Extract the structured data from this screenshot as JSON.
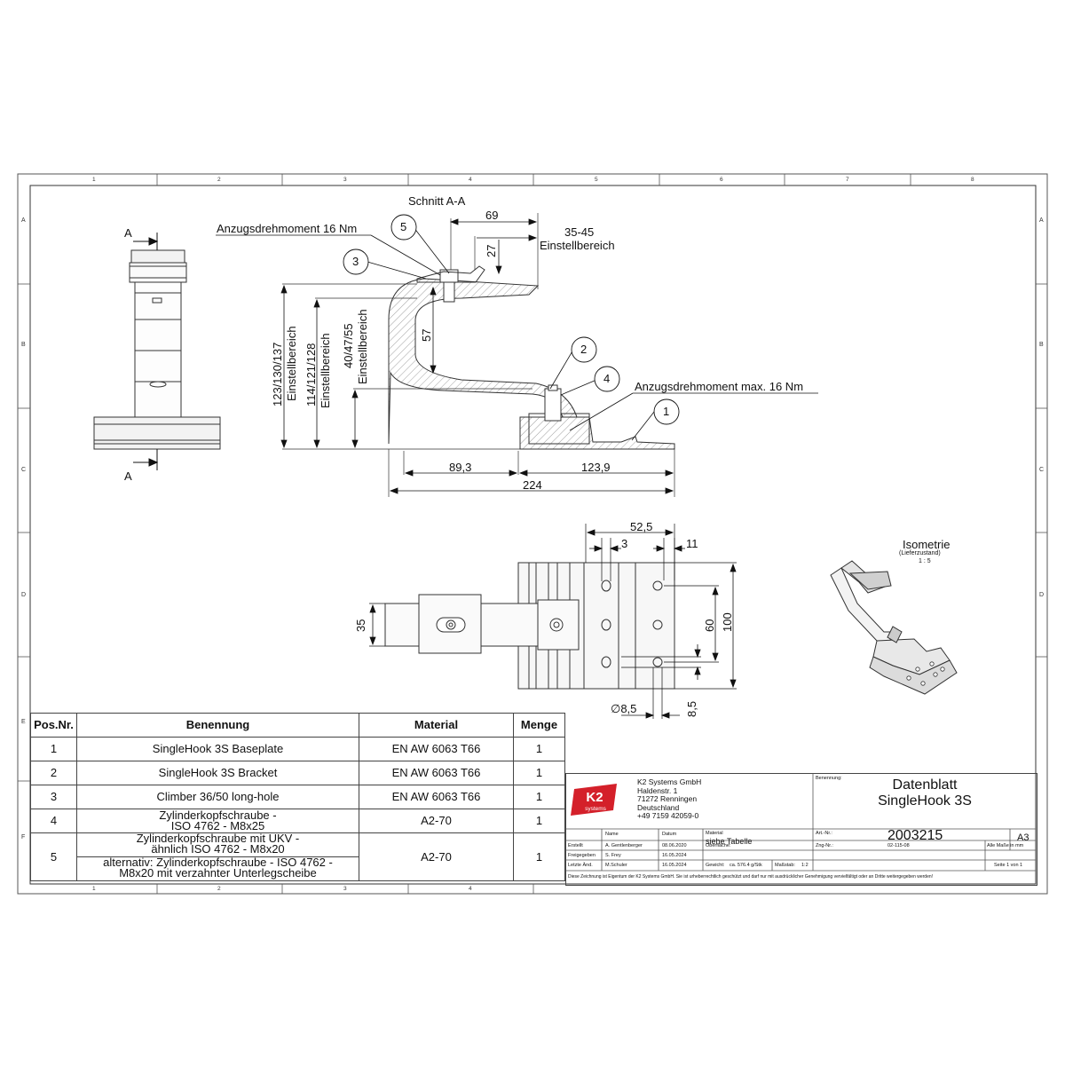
{
  "grid": {
    "columns_top": [
      "1",
      "2",
      "3",
      "4",
      "5",
      "6",
      "7",
      "8"
    ],
    "columns_bottom": [
      "1",
      "2",
      "3",
      "4"
    ],
    "rows": [
      "A",
      "B",
      "C",
      "D",
      "E",
      "F"
    ]
  },
  "section_view": {
    "title": "Schnitt A-A",
    "section_marker": "A",
    "torque_top": "Anzugsdrehmoment 16 Nm",
    "torque_bottom": "Anzugsdrehmoment max. 16 Nm",
    "dims": {
      "d69": "69",
      "d35_45": "35-45",
      "einstellbereich_top": "Einstellbereich",
      "d27": "27",
      "d57": "57",
      "d123": "123/130/137",
      "d123_sub": "Einstellbereich",
      "d114": "114/121/128",
      "d114_sub": "Einstellbereich",
      "d40": "40/47/55",
      "d40_sub": "Einstellbereich",
      "d89": "89,3",
      "d123_9": "123,9",
      "d224": "224"
    },
    "balloons": [
      "1",
      "2",
      "3",
      "4",
      "5"
    ]
  },
  "top_view": {
    "dims": {
      "d52_5": "52,5",
      "d3": "3",
      "d11": "11",
      "d35": "35",
      "d60": "60",
      "d100": "100",
      "d8_5_dia": "∅8,5",
      "d8_5": "8,5"
    }
  },
  "iso": {
    "title": "Isometrie",
    "subtitle": "(Lieferzustand)",
    "scale": "1 : 5"
  },
  "parts": {
    "headers": [
      "Pos.Nr.",
      "Benennung",
      "Material",
      "Menge"
    ],
    "rows": [
      {
        "pos": "1",
        "name": [
          "SingleHook 3S Baseplate"
        ],
        "material": "EN AW 6063 T66",
        "qty": "1"
      },
      {
        "pos": "2",
        "name": [
          "SingleHook 3S Bracket"
        ],
        "material": "EN AW 6063 T66",
        "qty": "1"
      },
      {
        "pos": "3",
        "name": [
          "Climber 36/50 long-hole"
        ],
        "material": "EN AW 6063 T66",
        "qty": "1"
      },
      {
        "pos": "4",
        "name": [
          "Zylinderkopfschraube -",
          "ISO 4762 - M8x25"
        ],
        "material": "A2-70",
        "qty": "1"
      },
      {
        "pos": "5",
        "name_a": [
          "Zylinderkopfschraube mit UKV -",
          "ähnlich ISO 4762 - M8x20"
        ],
        "name_b": [
          "alternativ: Zylinderkopfschraube - ISO 4762 -",
          "M8x20 mit verzahnter Unterlegscheibe"
        ],
        "material": "A2-70",
        "qty": "1"
      }
    ]
  },
  "title_block": {
    "logo_text": "K2",
    "logo_sub": "systems",
    "company": [
      "K2 Systems GmbH",
      "Haldenstr. 1",
      "71272 Renningen",
      "Deutschland",
      "+49 7159 42059-0"
    ],
    "benennung_label": "Benennung:",
    "title_line1": "Datenblatt",
    "title_line2": "SingleHook 3S",
    "col_name": "Name",
    "col_datum": "Datum",
    "material_label": "Material",
    "material_value": "siehe Tabelle",
    "artnr_label": "Art.-Nr.:",
    "artnr_value": "2003215",
    "format": "A3",
    "erstellt_label": "Erstellt",
    "erstellt_name": "A. Gentlenberger",
    "erstellt_date": "08.06.2020",
    "oberflaeche_label": "Oberfläche:",
    "zngnr_label": "Zng-Nr.:",
    "zngnr_value": "02-115-08",
    "masse_note": "Alle Maße in mm",
    "freigegeben_label": "Freigegeben",
    "freigegeben_name": "S. Frey",
    "freigegeben_date": "16.05.2024",
    "letzte_label": "Letzte Änd.",
    "letzte_name": "M.Schuler",
    "letzte_date": "16.05.2024",
    "gewicht_label": "Gewicht:",
    "gewicht_value": "ca. 576.4 g/Stk",
    "massstab_label": "Maßstab:",
    "massstab_value": "1:2",
    "seite": "Seite 1 von 1",
    "copyright": "Diese Zeichnung ist Eigentum der K2 Systems GmbH. Sie ist urheberrechtlich geschützt und darf nur mit ausdrücklicher Genehmigung vervielfältigt oder an Dritte weitergegeben werden!"
  }
}
